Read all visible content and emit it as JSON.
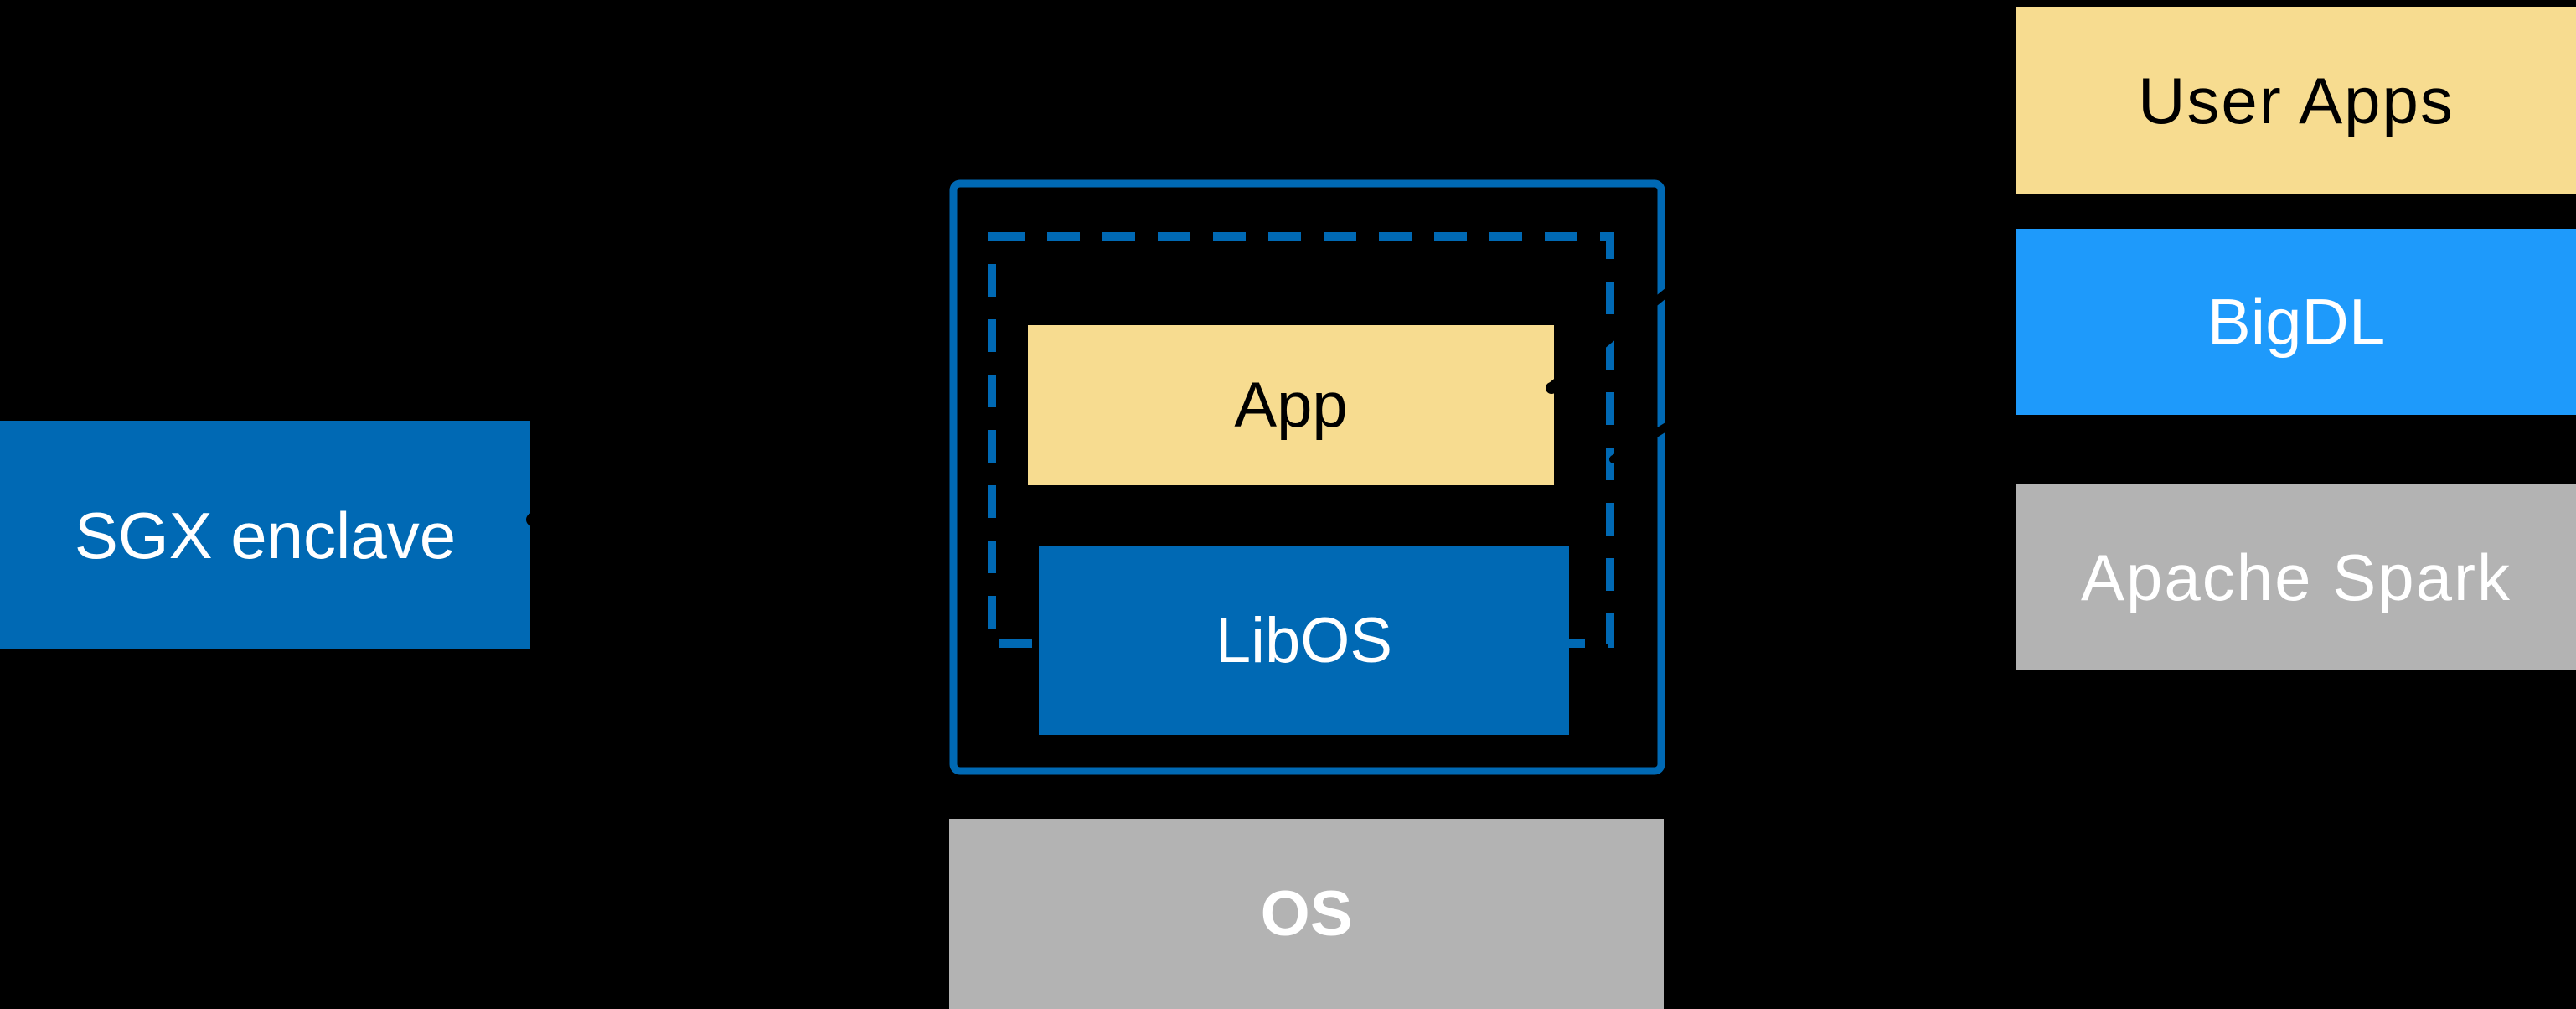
{
  "diagram": {
    "description": "Architecture diagram on black background: an application and LibOS running inside an SGX enclave (dashed border) within a container (solid border) on top of the OS; right-hand stack shows User Apps over BigDL over Apache Spark.",
    "left": {
      "sgx_label": "SGX enclave"
    },
    "center_stack": {
      "app_label": "App",
      "libos_label": "LibOS",
      "os_label": "OS"
    },
    "right_stack": {
      "user_apps_label": "User Apps",
      "bigdl_label": "BigDL",
      "spark_label": "Apache Spark"
    },
    "annotations": {
      "container_border": "solid blue rounded rectangle around App + LibOS",
      "enclave_border": "dashed blue rectangle (SGX enclave boundary) passing behind the LibOS box",
      "callouts": "black leader lines and end-dots (visible only where they cross colored shapes): dot on right edge of SGX enclave label box, leader line ending in a dot on the right edge of the App box, second leader line crossing the solid border below it"
    }
  },
  "colors": {
    "background": "#000000",
    "intel_blue": "#0069B4",
    "bright_blue": "#1E9AFB",
    "yellow": "#F7DC90",
    "gray": "#B3B3B3",
    "text_light": "#FFFFFF",
    "text_dark": "#000000",
    "callout_black": "#000000"
  }
}
